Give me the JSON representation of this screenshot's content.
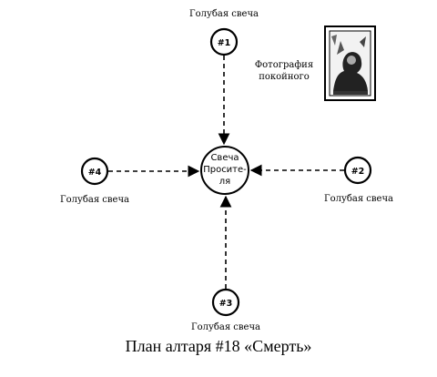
{
  "candles": {
    "c1": {
      "number": "#1",
      "label": "Голубая свеча"
    },
    "c2": {
      "number": "#2",
      "label": "Голубая свеча"
    },
    "c3": {
      "number": "#3",
      "label": "Голубая свеча"
    },
    "c4": {
      "number": "#4",
      "label": "Голубая свеча"
    }
  },
  "center": {
    "line1": "Свеча",
    "line2": "Просите-",
    "line3": "ля"
  },
  "photo": {
    "line1": "Фотография",
    "line2": "покойного"
  },
  "caption": "План алтаря #18 «Смерть»"
}
